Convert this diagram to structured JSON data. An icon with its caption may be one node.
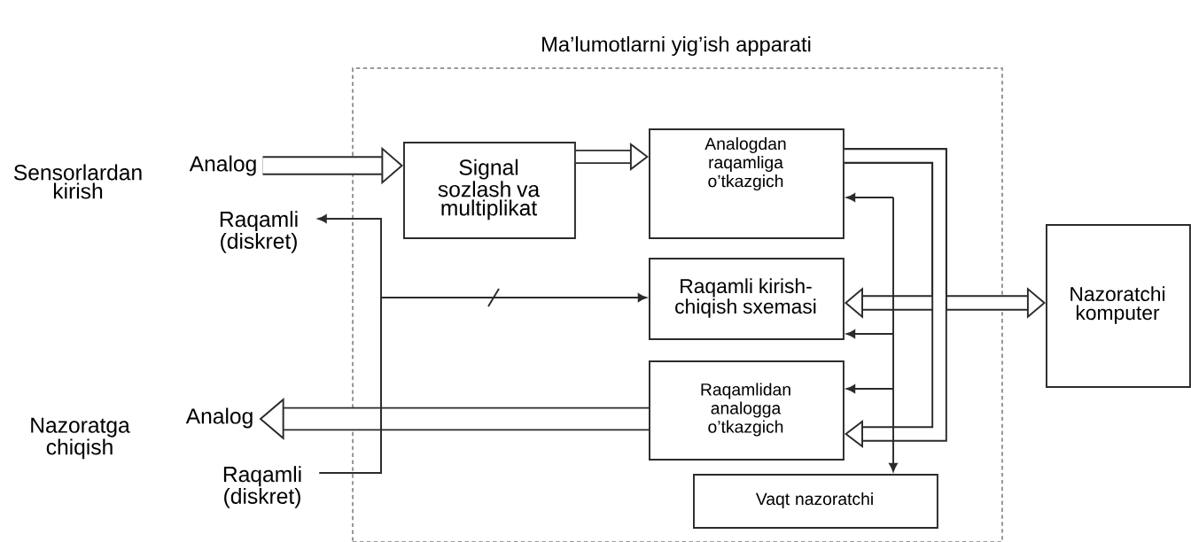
{
  "diagram": {
    "nodes": [
      {
        "text": [
          "Ma’lumotlarni yig’ish apparati"
        ]
      },
      {
        "text": [
          "Signal sozlash va multiplikat"
        ],
        "in": 0
      },
      {
        "text": [
          "Analogdan raqamliga o’tkazgich"
        ],
        "in": 0
      },
      {
        "text": [
          "Raqamli kirish-chiqish sxemasi"
        ],
        "in": 0
      },
      {
        "text": [
          "Raqamlidan analogga o’tkazgich"
        ],
        "in": 0
      },
      {
        "text": [
          "Vaqt nazoratchi"
        ],
        "in": 0
      },
      {
        "text": [
          "Nazoratchi komputer"
        ]
      },
      {
        "text": [
          "Analog"
        ]
      },
      {
        "text": [
          "Raqamli (diskret)"
        ]
      },
      {
        "text": [
          "Analog"
        ]
      },
      {
        "text": [
          "Raqamli (diskret)"
        ]
      }
    ],
    "edges": [
      {
        "from": 7,
        "to": 1,
        "arrow": "to",
        "style": "thick"
      },
      {
        "from": 1,
        "to": 2,
        "arrow": "to",
        "style": "thick"
      },
      {
        "from": 2,
        "to": 6,
        "arrow": "to",
        "style": "thick"
      },
      {
        "from": 2,
        "to": 3,
        "arrow": "to",
        "style": "thick"
      },
      {
        "from": 2,
        "to": 4,
        "arrow": "to",
        "style": "thick"
      },
      {
        "from": 4,
        "to": 9,
        "arrow": "to",
        "style": "thick"
      },
      {
        "from": 10,
        "to": 8,
        "arrow": "to"
      },
      {
        "from": 10,
        "to": 3,
        "arrow": "to"
      },
      {
        "from": null,
        "to": 2,
        "arrow": "to"
      },
      {
        "from": null,
        "to": 3,
        "arrow": "to"
      },
      {
        "from": null,
        "to": 4,
        "arrow": "to"
      },
      {
        "from": null,
        "to": 5,
        "arrow": "to"
      }
    ],
    "labels": [
      "Sensorlardan kirish",
      "Nazoratga chiqish"
    ]
  }
}
